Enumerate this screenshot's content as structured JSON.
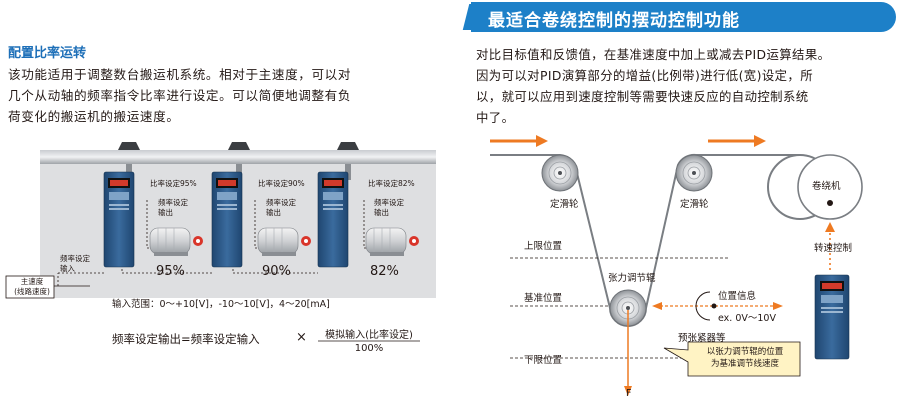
{
  "left": {
    "heading": "配置比率运转",
    "paragraph_lines": [
      "该功能适用于调整数台搬运机系统。相对于主速度，可以对",
      "几个从动轴的频率指令比率进行设定。可以简便地调整有负",
      "荷变化的搬运机的搬运速度。"
    ],
    "main_speed_label": [
      "主速度",
      "(线路速度)"
    ],
    "freq_input_label": [
      "频率设定",
      "输入"
    ],
    "units": [
      {
        "ratio_label": "比率设定95%",
        "output_label": [
          "频率设定",
          "输出"
        ],
        "percent": "95%"
      },
      {
        "ratio_label": "比率设定90%",
        "output_label": [
          "频率设定",
          "输出"
        ],
        "percent": "90%"
      },
      {
        "ratio_label": "比率设定82%",
        "output_label": [
          "频率设定",
          "输出"
        ],
        "percent": "82%"
      }
    ],
    "input_range": "输入范围：0～+10[V]，-10～10[V]，4～20[mA]",
    "formula": {
      "lhs": "频率设定输出=频率设定输入",
      "times": "×",
      "numerator": "模拟输入(比率设定)",
      "denominator": "100%"
    }
  },
  "right": {
    "title": "最适合卷绕控制的摆动控制功能",
    "paragraph_lines": [
      "对比目标值和反馈值，在基准速度中加上或减去PID运算结果。",
      "因为可以对PID演算部分的增益(比例带)进行低(宽)设定，所",
      "以，就可以应用到速度控制等需要快速反应的自动控制系统",
      "中了。"
    ],
    "pulley_left": "定滑轮",
    "pulley_right": "定滑轮",
    "winder": "卷绕机",
    "upper_limit": "上限位置",
    "tension_roller": "张力调节辊",
    "reference_pos": "基准位置",
    "lower_limit": "下限位置",
    "position_info": "位置信息",
    "position_range": "ex. 0V～10V",
    "pretension": "预张紧器等",
    "speed_control": "转速控制",
    "note_lines": [
      "以张力调节辊的位置",
      "为基准调节线速度"
    ],
    "force_label": "F"
  },
  "colors": {
    "accent_blue": "#1d80c8",
    "heading_blue": "#1d6fb8",
    "arrow_orange": "#ee7a22",
    "note_fill": "#fff3c4",
    "inverter_blue": "#2d5a8a"
  }
}
